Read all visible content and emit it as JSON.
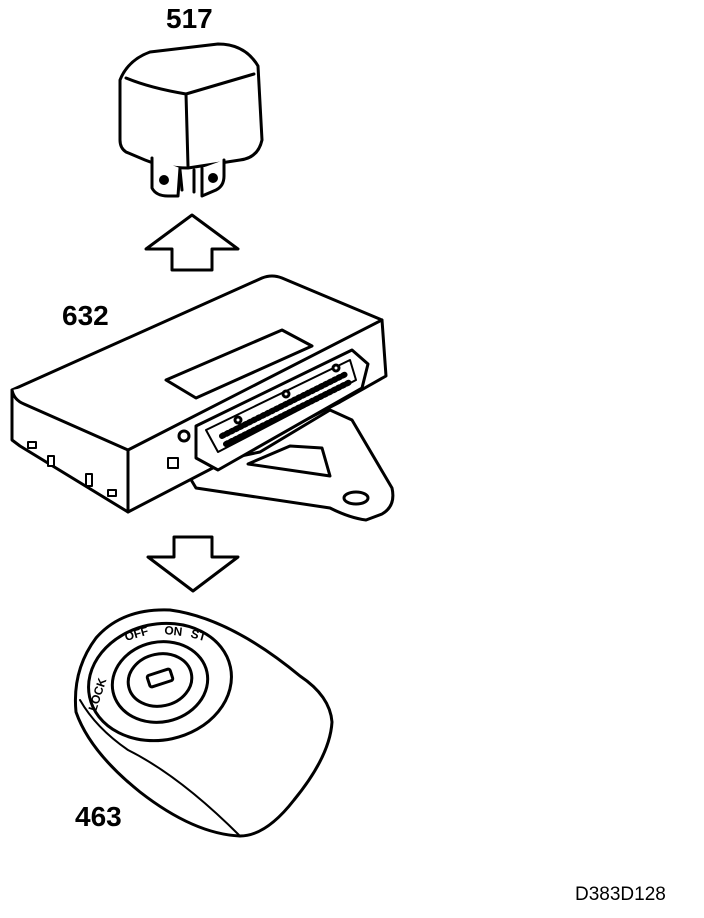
{
  "labels": {
    "relay": "517",
    "control_module": "632",
    "ignition_switch": "463"
  },
  "switch_positions": {
    "lock": "LOCK",
    "off": "OFF",
    "on": "ON",
    "start": "ST"
  },
  "drawing_code": "D383D128",
  "colors": {
    "line": "#000000",
    "background": "#ffffff"
  }
}
